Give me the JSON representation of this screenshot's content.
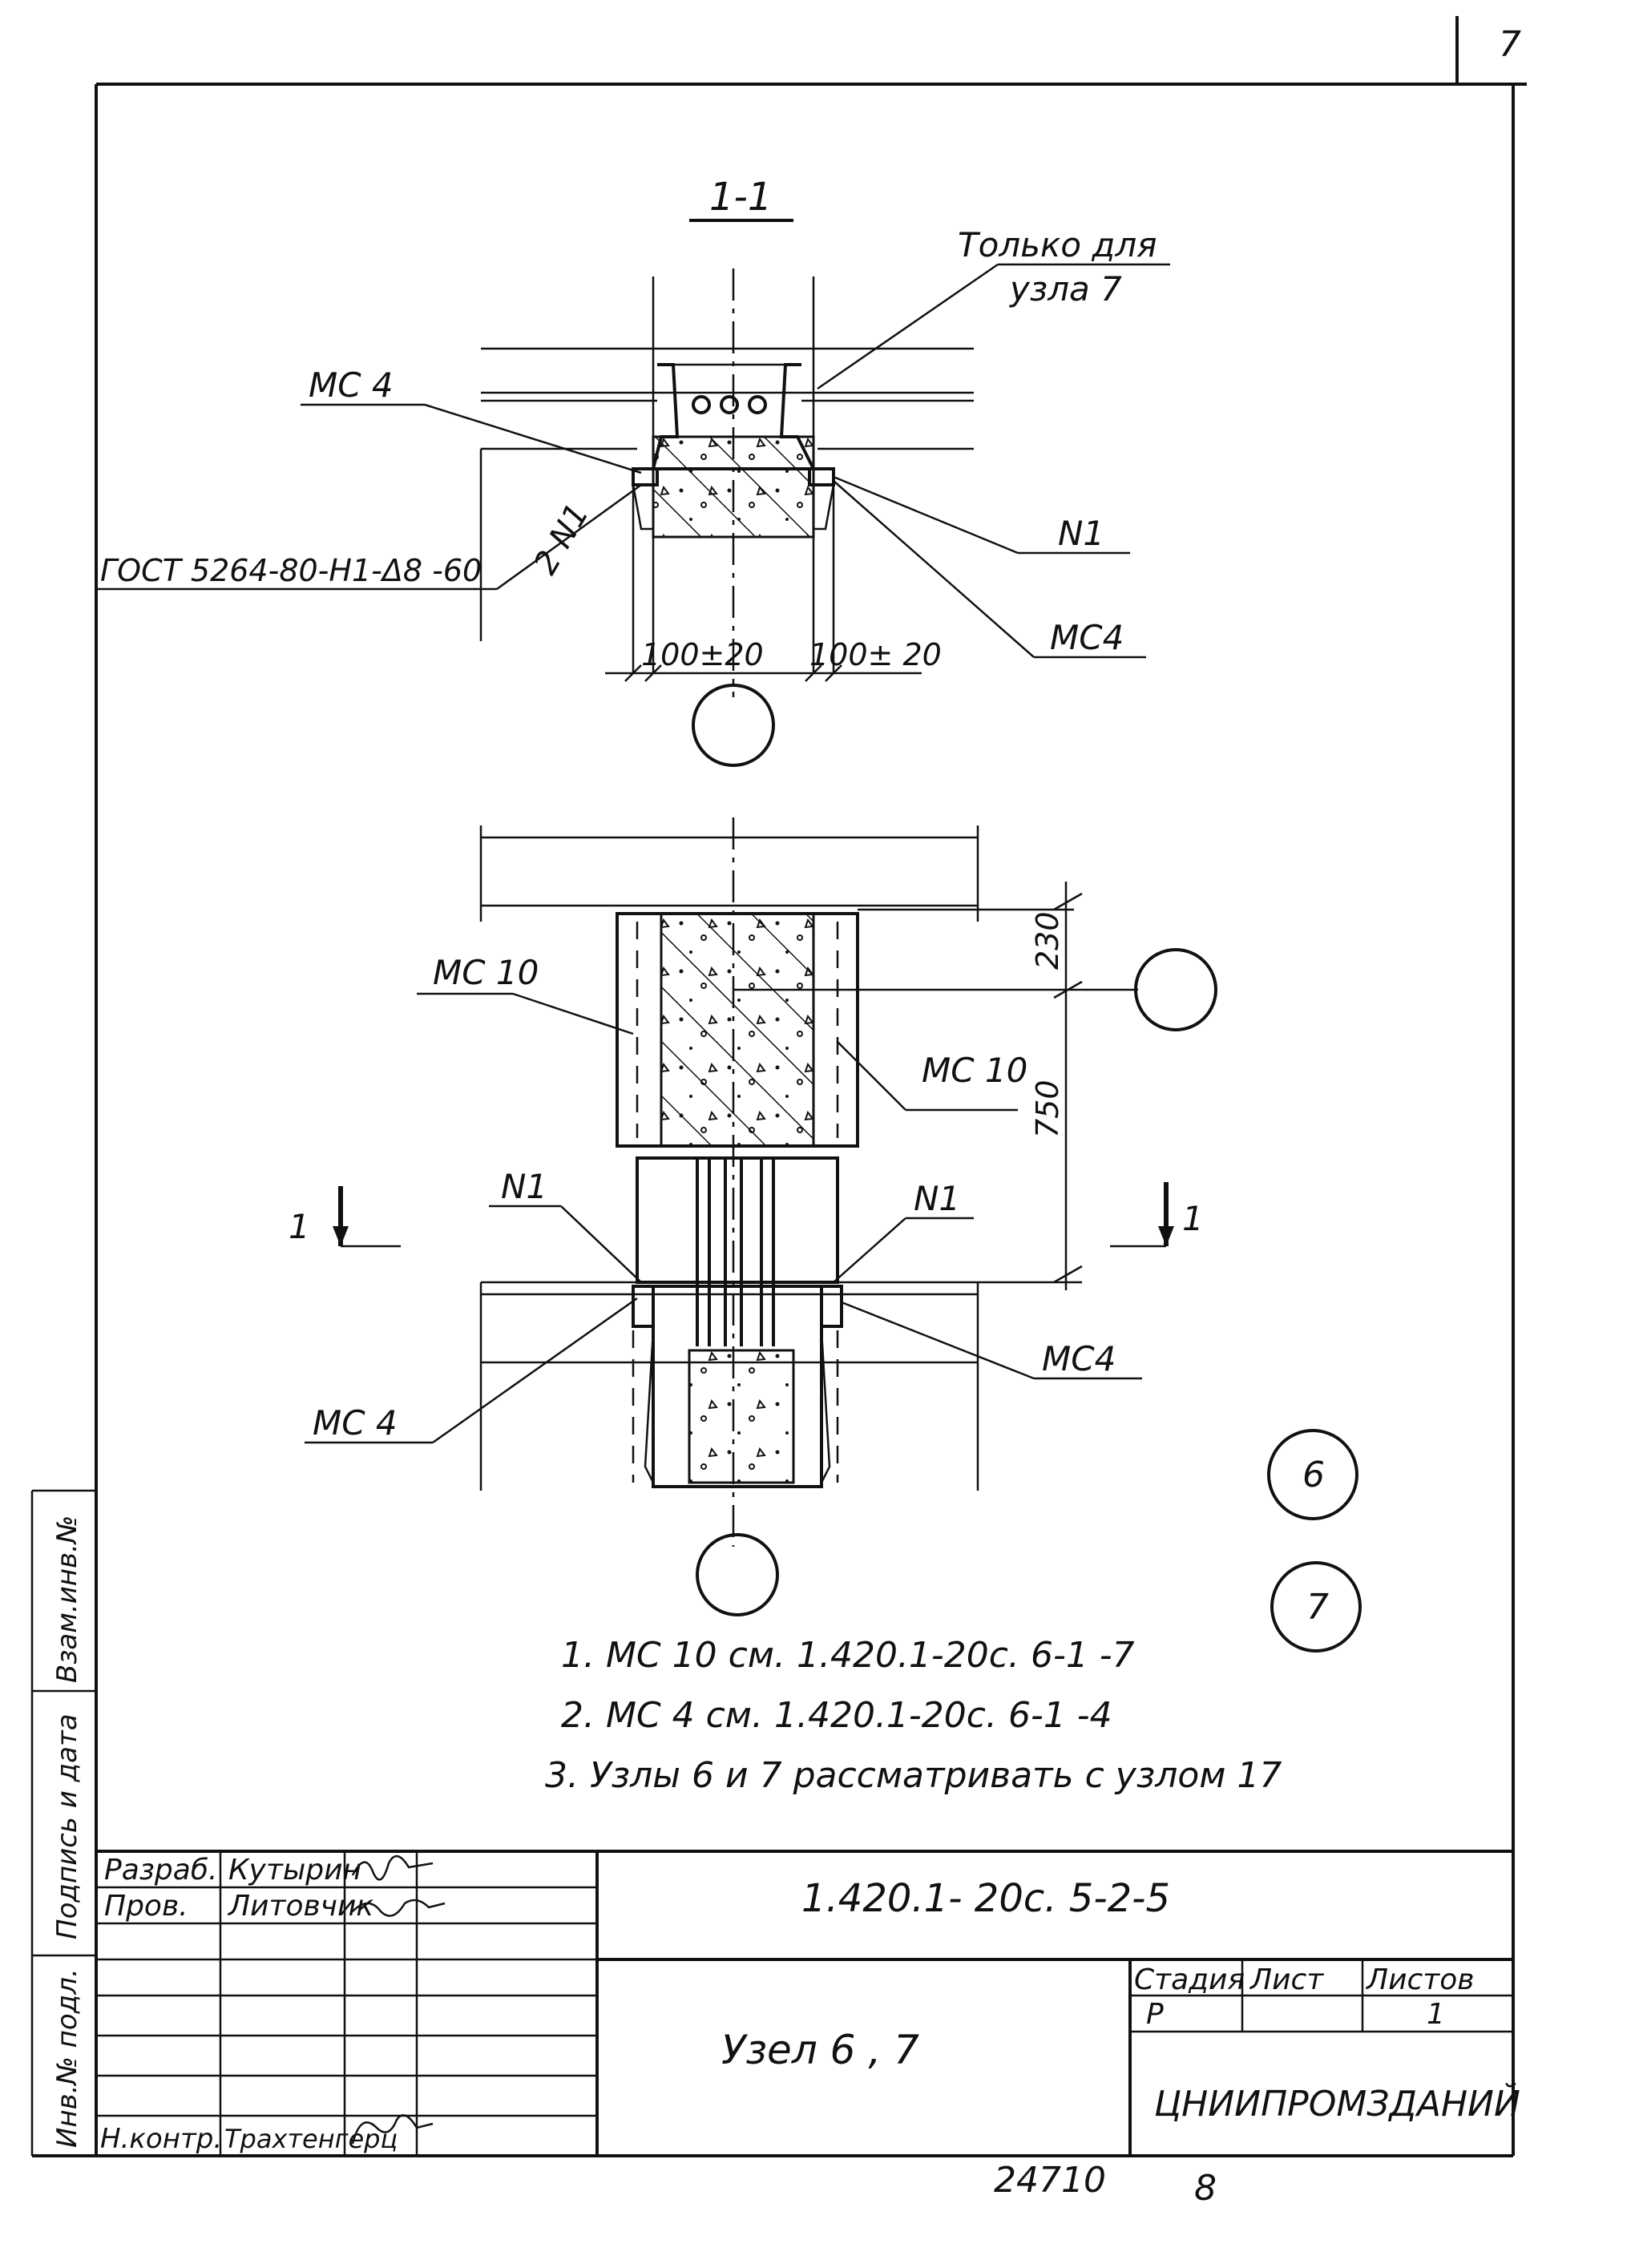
{
  "page": {
    "corner_mark": "7"
  },
  "section": {
    "title": "1-1",
    "note_line1": "Только для",
    "note_line2": "узла 7",
    "label_mc4_left": "МС 4",
    "label_2n1": "2 N1",
    "label_gost": "ГОСТ 5264-80-Н1-Δ8  -60",
    "label_n1_right": "N1",
    "label_mc4_right": "МС4",
    "dim_left": "100±20",
    "dim_right": "100± 20"
  },
  "elevation": {
    "label_mc10_left": "МС 10",
    "label_mc10_right": "МС 10",
    "dim_230": "230",
    "dim_750": "750",
    "label_n1_left": "N1",
    "label_n1_right": "N1",
    "cut_left": "1",
    "cut_right": "1",
    "label_mc4_left": "МС 4",
    "label_mc4_right": "МС4",
    "node_6": "6",
    "node_7": "7"
  },
  "notes": [
    "1. МС 10 см. 1.420.1-20с. 6-1  -7",
    "2. МС 4  см. 1.420.1-20с.  6-1  -4",
    "3. Узлы 6 и 7 рассматривать с узлом 17"
  ],
  "title_block": {
    "role_developed": "Разраб.",
    "role_checked": "Пров.",
    "role_norm": "Н.контр.",
    "name_developed": "Кутырин",
    "name_checked": "Литовчик",
    "name_norm": "Трахтенгерц",
    "doc_code": "1.420.1- 20с.  5-2-5",
    "sheet_title": "Узел 6 , 7",
    "stage_header": "Стадия",
    "sheet_header": "Лист",
    "sheets_header": "Листов",
    "stage_value": "Р",
    "sheets_value": "1",
    "organization": "ЦНИИПРОМЗДАНИЙ"
  },
  "side_stamp": {
    "text_top": "Взам.инв.№",
    "text_mid": "Подпись и дата",
    "text_bottom": "Инв.№ подл."
  },
  "footer": {
    "inventory_number": "24710",
    "page_number": "8"
  }
}
